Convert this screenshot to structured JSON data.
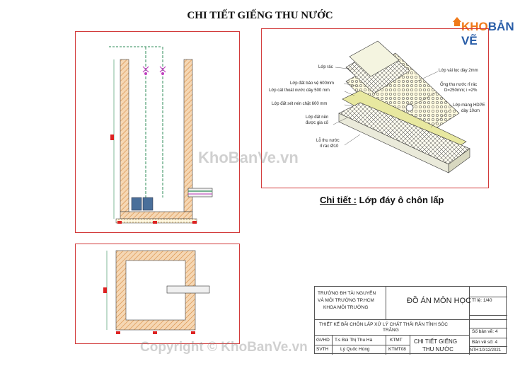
{
  "title": "CHI TIẾT GIẾNG THU NƯỚC",
  "logo": {
    "part1": "KHO",
    "part2": "BẢN VẼ"
  },
  "caption": {
    "prefix": "Chi tiết :",
    "text": "Lớp đáy ô chôn lấp"
  },
  "layer_labels": {
    "lop_rac": "Lớp rác",
    "lop_dat_bao_ve": "Lớp đất bảo vệ 600mm",
    "lop_cat_thoat_nuoc": "Lớp cát thoát nước dày 500 mm",
    "lop_dat_set": "Lớp đất sét nén chặt 600 mm",
    "lop_dat_nen_1": "Lớp đất nền",
    "lop_dat_nen_2": "được gia cố",
    "lo_thu_nuoc_1": "Lỗ thu nước",
    "lo_thu_nuoc_2": "rỉ rác Ø10",
    "lop_vai_loc": "Lớp vải lọc dày 2mm",
    "ong_thu_1": "Ống thu nước rỉ rác",
    "ong_thu_2": "D=250mm; i =2%",
    "lop_mang_1": "Lớp màng HDPE",
    "lop_mang_2": "dày 10cm"
  },
  "title_block": {
    "school_1": "TRƯỜNG ĐH TÀI NGUYÊN",
    "school_2": "VÀ MÔI TRƯỜNG TP.HCM",
    "school_3": "KHOA MÔI TRƯỜNG",
    "project": "ĐỒ ÁN MÔN HỌC",
    "scale": "Tỉ lệ: 1/40",
    "design_1": "THIẾT KẾ BÃI CHÔN LẤP XỬ LÝ CHẤT THẢI RẮN TỈNH SÓC",
    "design_2": "TRĂNG",
    "sheet_no": "Số bản vẽ: 4",
    "gvhd_label": "GVHD",
    "gvhd_name": "T.s Bùi Thị Thu Hà",
    "svth_label": "SVTH",
    "svth_name": "Lý Quốc Hùng",
    "kmt_1": "KTMT",
    "kmt_2": "KTMT08",
    "drawing_1": "CHI TIẾT GIẾNG",
    "drawing_2": "THU NƯỚC",
    "sheet_label": "Bản vẽ số: 4",
    "date": "NTH:10/12/2021"
  },
  "watermarks": {
    "center": "KhoBanVe.vn",
    "bottom": "Copyright © KhoBanVe.vn"
  },
  "colors": {
    "frame": "#d23a3a",
    "hatch": "#e8a15a",
    "pipe_green": "#2e8b57",
    "valve": "#c040c0"
  }
}
